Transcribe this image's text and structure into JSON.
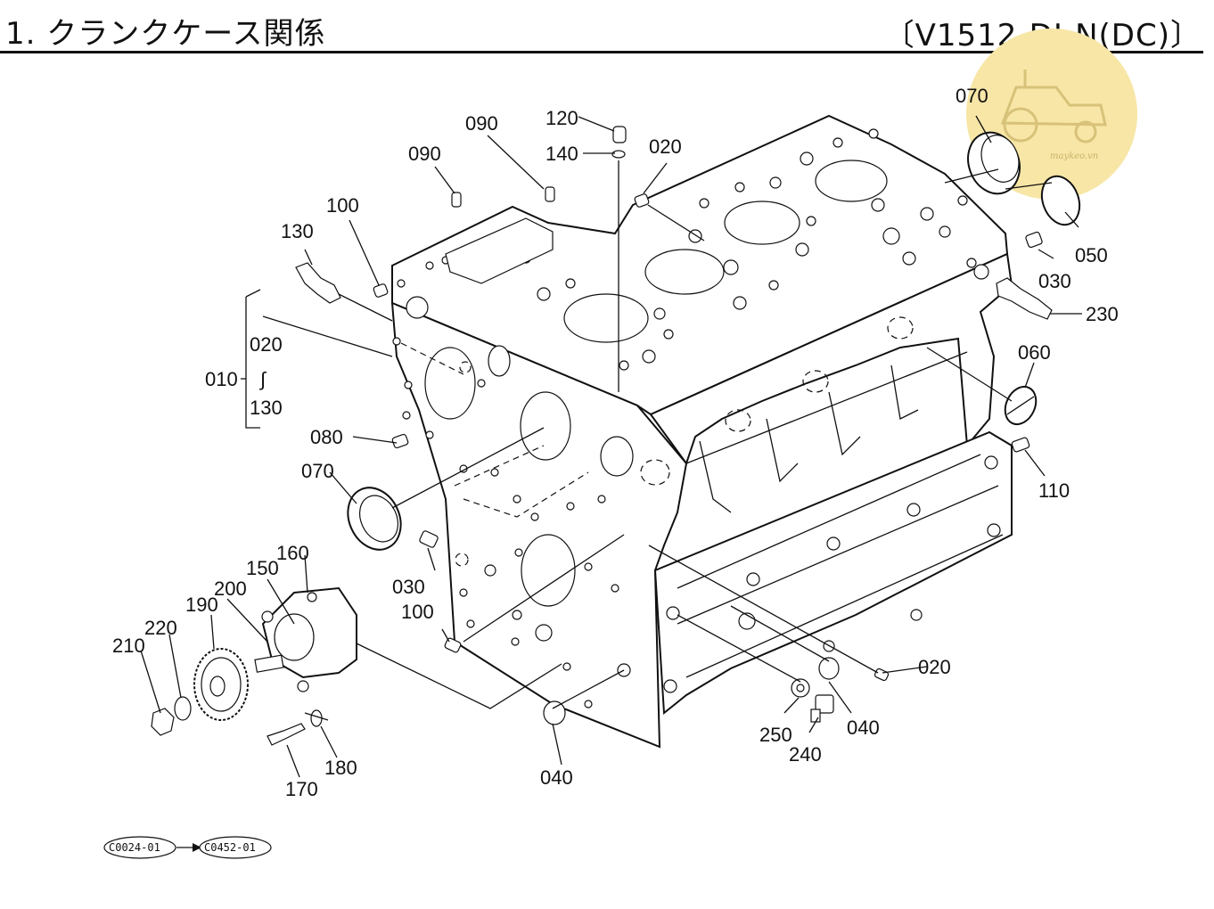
{
  "header": {
    "title": "1. クランクケース関係",
    "model": "〔V1512-DI-N(DC)〕"
  },
  "watermark": {
    "text": "maykeo.vn",
    "color": "#f7e6a6",
    "icon": "tractor-icon"
  },
  "callouts": {
    "c070_top": "070",
    "c050": "050",
    "c030_right": "030",
    "c230": "230",
    "c060": "060",
    "c110": "110",
    "c120": "120",
    "c140": "140",
    "c090_a": "090",
    "c090_b": "090",
    "c020_top": "020",
    "c100_top": "100",
    "c130": "130",
    "group_start": "020",
    "group_from": "010",
    "group_tilde": "∫",
    "group_end": "130",
    "c080": "080",
    "c070_left": "070",
    "c030_left": "030",
    "c100_bottom": "100",
    "c160": "160",
    "c150": "150",
    "c200": "200",
    "c190": "190",
    "c220": "220",
    "c210": "210",
    "c170": "170",
    "c180": "180",
    "c040_bottom": "040",
    "c250": "250",
    "c240": "240",
    "c040_right": "040",
    "c020_right": "020"
  },
  "references": {
    "ref_a": "C0024-01",
    "ref_b": "C0452-01"
  }
}
